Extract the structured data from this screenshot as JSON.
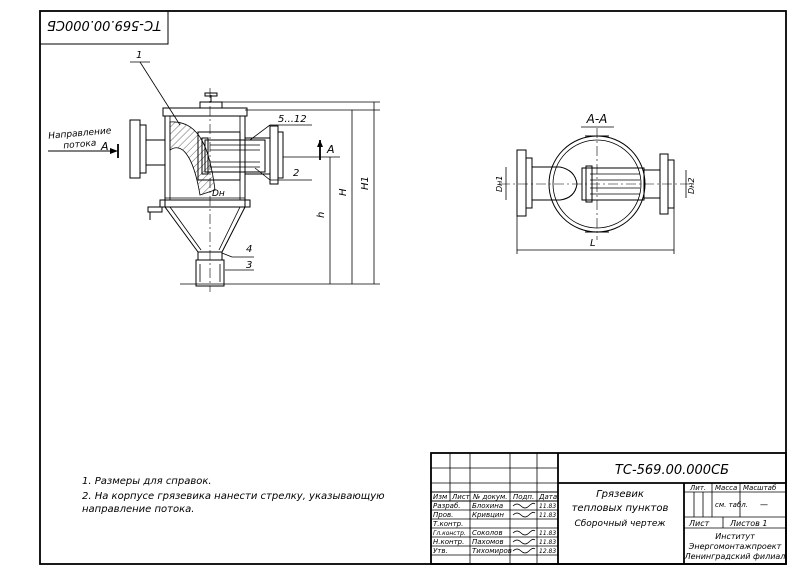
{
  "stamp_code": "ТС-569.00.000СБ",
  "view_label": "А-А",
  "flow": {
    "line1": "Направление",
    "line2": "потока",
    "section_letter": "А"
  },
  "callouts": [
    "1",
    "5...12",
    "2",
    "4",
    "3"
  ],
  "dims": {
    "dn": "Dн",
    "h": "h",
    "H": "H",
    "H1": "H1",
    "dn1": "Dн1",
    "dn2": "Dн2",
    "L": "L"
  },
  "notes": [
    "1. Размеры для справок.",
    "2. На корпусе грязевика нанести стрелку, указывающую",
    "направление потока."
  ],
  "title_block": {
    "code": "ТС-569.00.000СБ",
    "name_line1": "Грязевик",
    "name_line2": "тепловых пунктов",
    "doc_type": "Сборочный чертеж",
    "head": [
      "Изм",
      "Лист",
      "№ докум.",
      "Подп.",
      "Дата"
    ],
    "rows": [
      {
        "role": "Разраб.",
        "name": "Блохина",
        "date": "11.83"
      },
      {
        "role": "Пров.",
        "name": "Кривцин",
        "date": "11.83"
      },
      {
        "role": "Т.контр.",
        "name": "",
        "date": ""
      },
      {
        "role": "Гл.констр.",
        "name": "Соколов",
        "date": "11.83"
      },
      {
        "role": "Н.контр.",
        "name": "Пахомов",
        "date": "11.83"
      },
      {
        "role": "Утв.",
        "name": "Тихомиров",
        "date": "12.83"
      }
    ],
    "lit_label": "Лит.",
    "mass_label": "Масса",
    "scale_label": "Масштаб",
    "mass_value": "см. табл.",
    "scale_value": "—",
    "sheet_label": "Лист",
    "sheets_label": "Листов 1",
    "org_line1": "Институт",
    "org_line2": "Энергомонтажпроект",
    "org_line3": "Ленинградский филиал"
  }
}
